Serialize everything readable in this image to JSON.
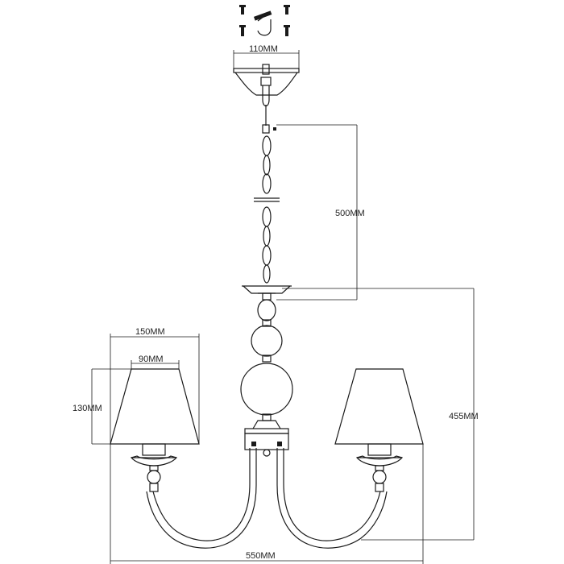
{
  "dimensions": {
    "canopy_width": "110MM",
    "chain_length": "500MM",
    "shade_top_outer": "150MM",
    "shade_top_inner": "90MM",
    "shade_height": "130MM",
    "body_height": "455MM",
    "overall_width": "550MM"
  },
  "colors": {
    "line": "#1a1a1a",
    "background": "#ffffff"
  }
}
